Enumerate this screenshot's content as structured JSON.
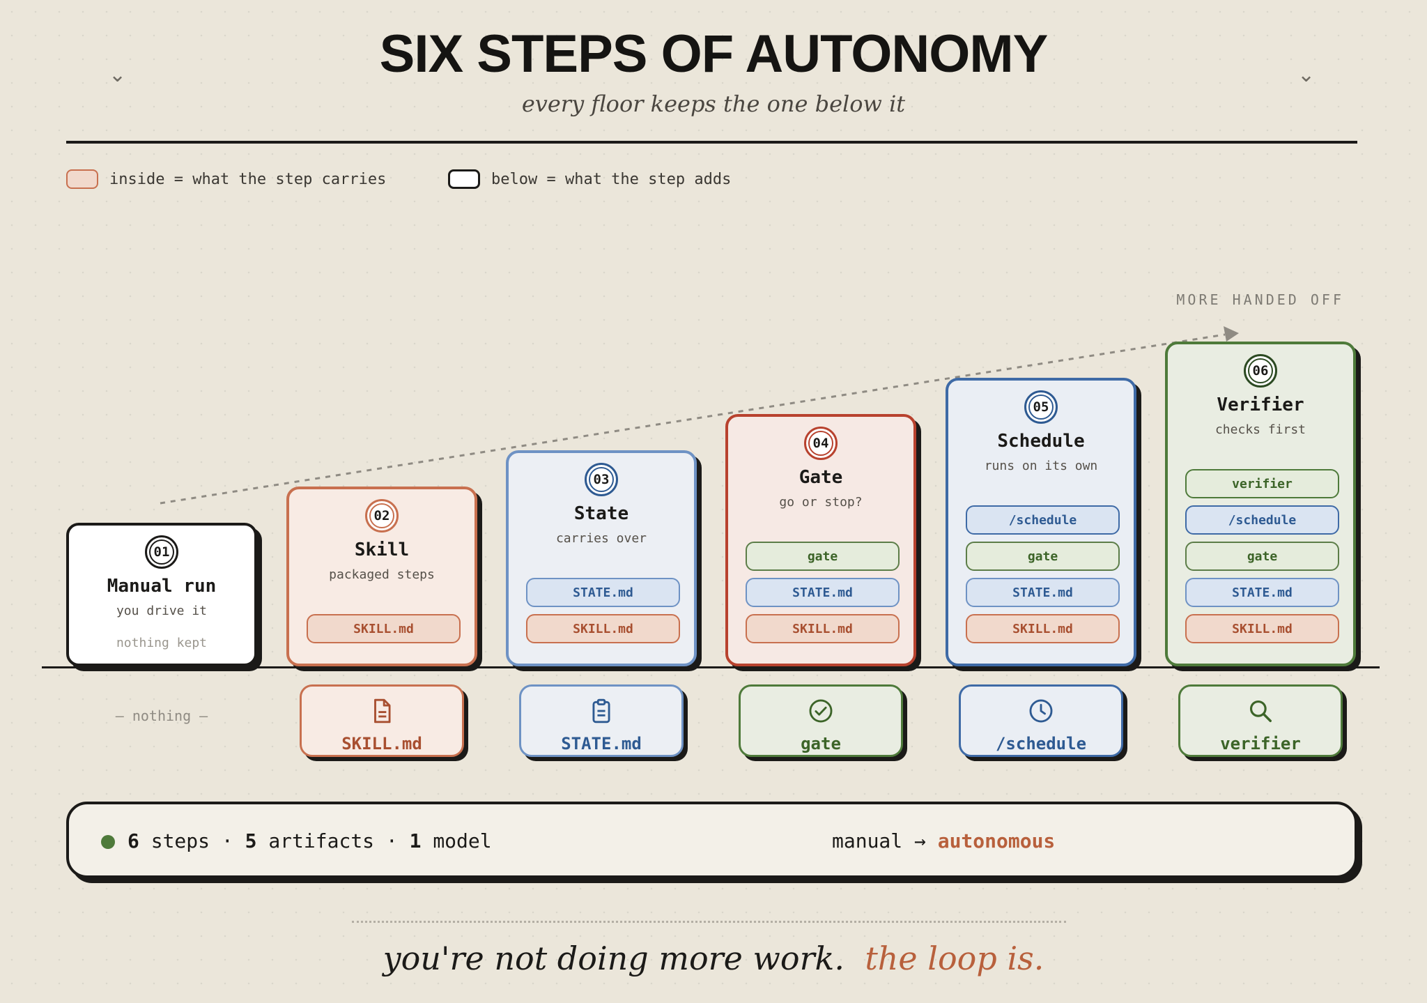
{
  "header": {
    "title": "SIX STEPS OF AUTONOMY",
    "subtitle": "every floor keeps the one below it"
  },
  "legend": {
    "inside": "inside = what the step carries",
    "below": "below = what the step adds"
  },
  "arrow_label": "MORE HANDED OFF",
  "steps": [
    {
      "num": "01",
      "title": "Manual run",
      "sub": "you drive it",
      "note": "nothing kept",
      "chips": []
    },
    {
      "num": "02",
      "title": "Skill",
      "sub": "packaged steps",
      "chips": [
        "SKILL.md"
      ]
    },
    {
      "num": "03",
      "title": "State",
      "sub": "carries over",
      "chips": [
        "STATE.md",
        "SKILL.md"
      ]
    },
    {
      "num": "04",
      "title": "Gate",
      "sub": "go or stop?",
      "chips": [
        "gate",
        "STATE.md",
        "SKILL.md"
      ]
    },
    {
      "num": "05",
      "title": "Schedule",
      "sub": "runs on its own",
      "chips": [
        "/schedule",
        "gate",
        "STATE.md",
        "SKILL.md"
      ]
    },
    {
      "num": "06",
      "title": "Verifier",
      "sub": "checks first",
      "chips": [
        "verifier",
        "/schedule",
        "gate",
        "STATE.md",
        "SKILL.md"
      ]
    }
  ],
  "artifacts": {
    "none": "— nothing —",
    "items": [
      {
        "label": "SKILL.md",
        "icon": "document-icon"
      },
      {
        "label": "STATE.md",
        "icon": "clipboard-icon"
      },
      {
        "label": "gate",
        "icon": "check-circle-icon"
      },
      {
        "label": "/schedule",
        "icon": "clock-icon"
      },
      {
        "label": "verifier",
        "icon": "search-icon"
      }
    ]
  },
  "summary": {
    "steps_count": "6",
    "steps_word": "steps",
    "artifacts_count": "5",
    "artifacts_word": "artifacts",
    "model_count": "1",
    "model_word": "model",
    "from": "manual →",
    "to": "autonomous"
  },
  "tagline": {
    "main": "you're not doing more work.",
    "accent": "the loop is."
  },
  "colors": {
    "background": "#ebe6da",
    "skill": "#c8704f",
    "state": "#6e92c4",
    "gate": "#b8422e",
    "schedule": "#3e6aa6",
    "verifier": "#4e7a3a",
    "accent": "#b8603c"
  }
}
